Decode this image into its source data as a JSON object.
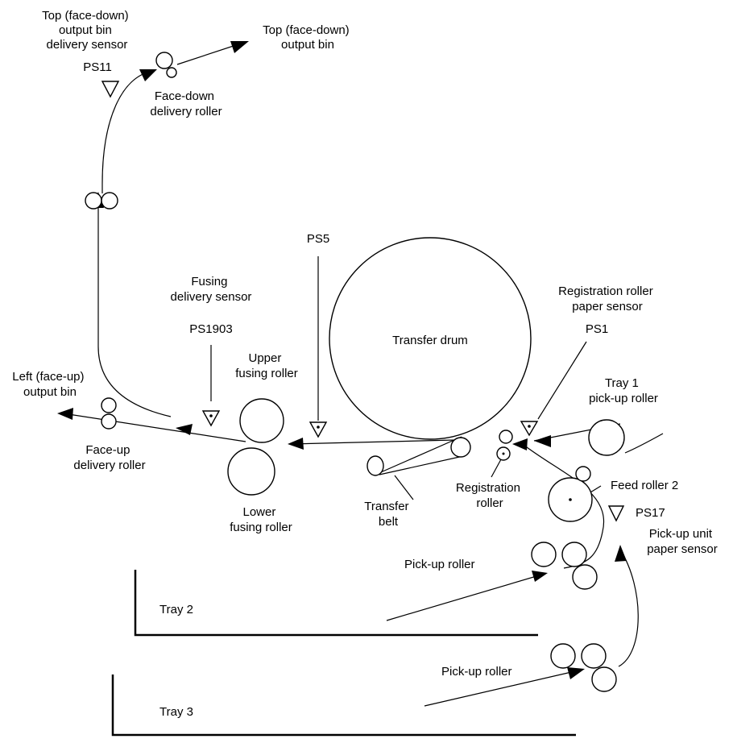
{
  "labels": {
    "top_sensor": [
      "Top (face-down)",
      "output bin",
      "delivery sensor"
    ],
    "ps11": "PS11",
    "top_bin": [
      "Top (face-down)",
      "output bin"
    ],
    "face_down_roller": [
      "Face-down",
      "delivery roller"
    ],
    "ps5": "PS5",
    "fusing_sensor": [
      "Fusing",
      "delivery sensor"
    ],
    "ps1903": "PS1903",
    "transfer_drum": "Transfer drum",
    "reg_sensor": [
      "Registration roller",
      "paper sensor"
    ],
    "ps1": "PS1",
    "upper_fusing": [
      "Upper",
      "fusing roller"
    ],
    "left_bin": [
      "Left (face-up)",
      "output bin"
    ],
    "tray1_roller": [
      "Tray 1",
      "pick-up roller"
    ],
    "face_up_roller": [
      "Face-up",
      "delivery roller"
    ],
    "registration_roller": [
      "Registration",
      "roller"
    ],
    "feed_roller": "Feed roller 2",
    "ps17": "PS17",
    "transfer_belt": [
      "Transfer",
      "belt"
    ],
    "lower_fusing": [
      "Lower",
      "fusing roller"
    ],
    "pickup_sensor": [
      "Pick-up unit",
      "paper sensor"
    ],
    "pickup_roller_2": "Pick-up roller",
    "tray2": "Tray 2",
    "pickup_roller_3": "Pick-up  roller",
    "tray3": "Tray 3"
  }
}
